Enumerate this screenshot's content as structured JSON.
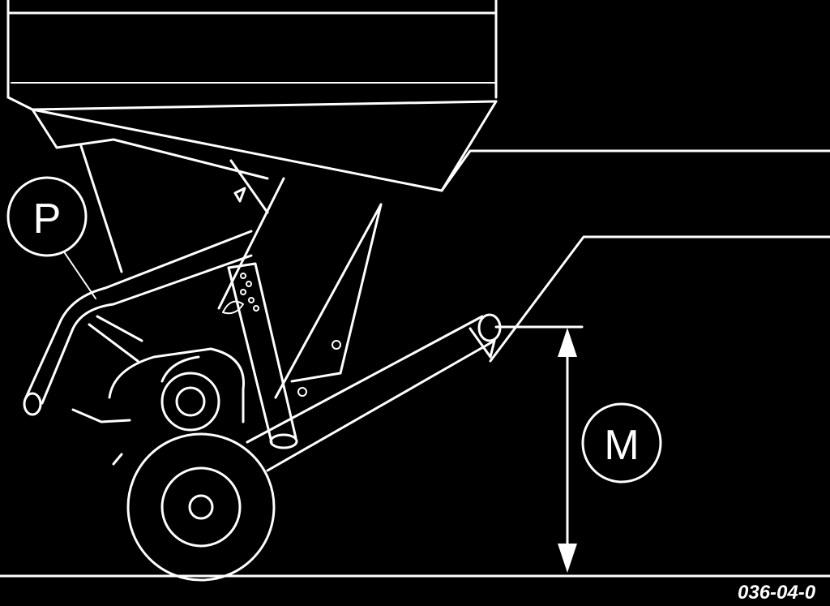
{
  "figure": {
    "callouts": {
      "p": "P",
      "m": "M"
    },
    "code": "036-04-0",
    "colors": {
      "background": "#000000",
      "line": "#ffffff"
    }
  }
}
